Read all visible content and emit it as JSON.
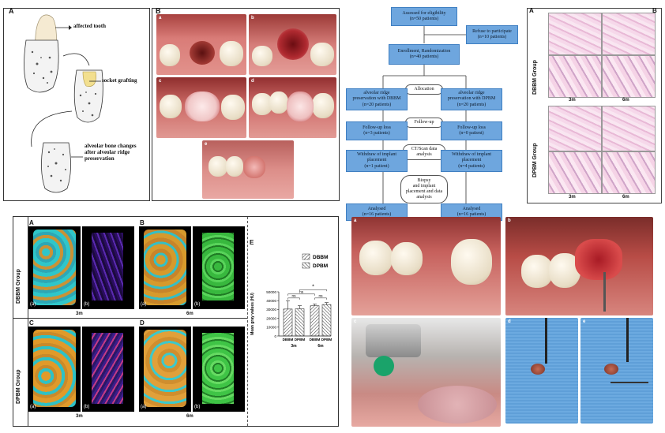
{
  "panelA": {
    "letter": "A",
    "labels": [
      "affected tooth",
      "socket grafting",
      "alveolar bone changes\nafter alveolar ridge\npreservation"
    ]
  },
  "panelB": {
    "letter": "B",
    "photos": [
      "a",
      "b",
      "c",
      "d",
      "e"
    ]
  },
  "flowchart": {
    "eligibility": "Assessed for eligibility\n(n=50 patients)",
    "refuse": "Refuse to participate\n(n=10 patients)",
    "enroll": "Enrollment, Randomization\n(n=40 patients)",
    "allocation": "Allocation",
    "left_alloc": "alveolar ridge\npreservation with DBBM\n(n=20 patients)",
    "right_alloc": "alveolar ridge\npreservation with DPBM\n(n=20 patients)",
    "followup": "Follow-up",
    "left_loss": "Follow-up loss\n(n=3 patients)",
    "right_loss": "Follow-up loss\n(n=0 patient)",
    "ct": "CT/Scan data\nanalysis",
    "left_withdraw": "Withdraw of implant\nplacement\n(n=1 patient)",
    "right_withdraw": "Withdraw of implant\nplacement\n(n=4 patients)",
    "biopsy": "Biopsy\nand implant\nplacement and data\nanalysis",
    "left_analysed": "Analysed\n(n=16 patients)",
    "right_analysed": "Analysed\n(n=16 patients)"
  },
  "histology": {
    "letterA": "A",
    "letterB": "B",
    "group1": "DBBM Group",
    "group2": "DPBM Group",
    "time1": "3m",
    "time2": "6m"
  },
  "ctPanel": {
    "letters": [
      "A",
      "B",
      "C",
      "D",
      "E"
    ],
    "group1": "DBBM Group",
    "group2": "DPBM Group",
    "time1": "3m",
    "time2": "6m",
    "sub_a": "(a)",
    "sub_b": "(b)"
  },
  "clinical": {
    "photos": [
      "a",
      "b",
      "c",
      "d",
      "e"
    ]
  },
  "chart_data": {
    "type": "bar",
    "panel_letter": "E",
    "ylabel": "Mean gray values (HU)",
    "ylim": [
      0,
      50000
    ],
    "yticks": [
      0,
      10000,
      20000,
      30000,
      40000,
      50000
    ],
    "categories": [
      "DBBM",
      "DPBM",
      "DBBM",
      "DPBM"
    ],
    "groups": [
      "3m",
      "6m"
    ],
    "values": [
      30500,
      30800,
      34200,
      35600
    ],
    "errors": [
      9500,
      3500,
      2000,
      2200
    ],
    "series_legend": [
      "DBBM",
      "DPBM"
    ],
    "annotations": [
      "ns",
      "ns",
      "ns",
      "*"
    ],
    "colors": {
      "fill": "#ffffff",
      "hatch": "#333333"
    }
  }
}
